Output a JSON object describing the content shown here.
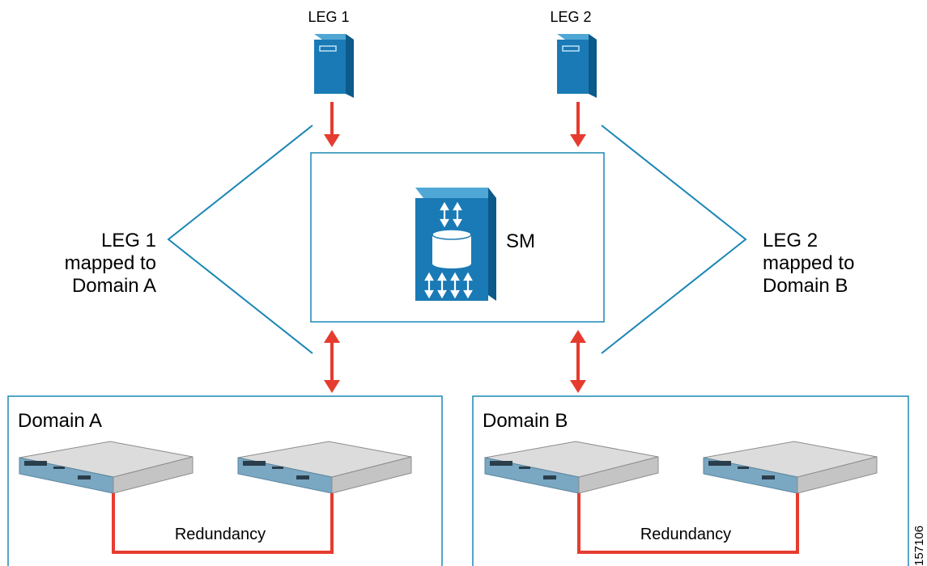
{
  "servers": {
    "leg1_label": "LEG 1",
    "leg2_label": "LEG 2"
  },
  "session_manager": {
    "label": "SM"
  },
  "mappings": {
    "left": [
      "LEG 1",
      "mapped to",
      "Domain A"
    ],
    "right": [
      "LEG 2",
      "mapped to",
      "Domain B"
    ]
  },
  "domains": {
    "a": {
      "title": "Domain A",
      "link_label": "Redundancy"
    },
    "b": {
      "title": "Domain B",
      "link_label": "Redundancy"
    }
  },
  "figure_id": "157106",
  "colors": {
    "outline": "#1b87b5",
    "arrow": "#e63c2f",
    "server_front": "#1a7ab5",
    "server_side": "#0b5a8a",
    "switch_front": "#7aa7c2",
    "switch_top": "#d9d9d9"
  },
  "icons": {
    "server": "tower-server-icon",
    "session_manager": "session-manager-icon",
    "switch": "router-switch-icon"
  }
}
